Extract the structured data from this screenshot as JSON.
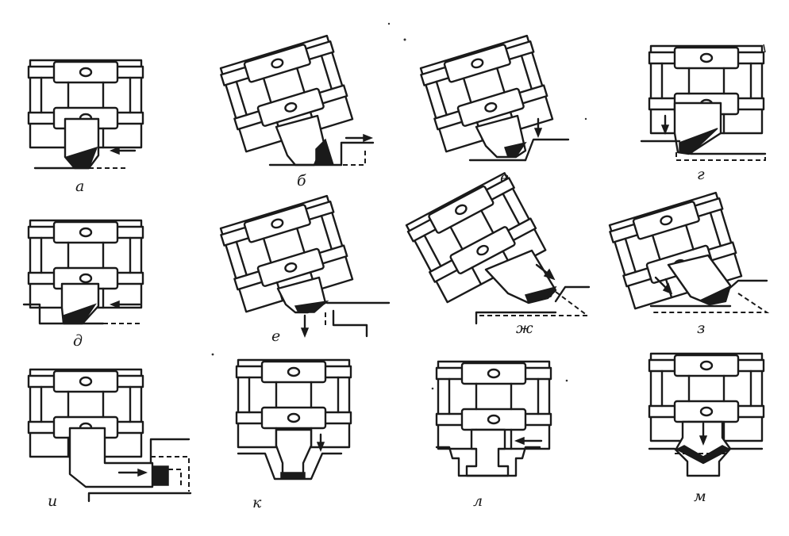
{
  "figure": {
    "panels": [
      {
        "id": "a",
        "label": "а"
      },
      {
        "id": "b",
        "label": "б"
      },
      {
        "id": "v",
        "label": "в"
      },
      {
        "id": "g",
        "label": "г"
      },
      {
        "id": "d",
        "label": "д"
      },
      {
        "id": "e",
        "label": "е"
      },
      {
        "id": "zh",
        "label": "ж"
      },
      {
        "id": "z",
        "label": "з"
      },
      {
        "id": "i",
        "label": "и"
      },
      {
        "id": "k",
        "label": "к"
      },
      {
        "id": "l",
        "label": "л"
      },
      {
        "id": "m",
        "label": "м"
      }
    ]
  }
}
